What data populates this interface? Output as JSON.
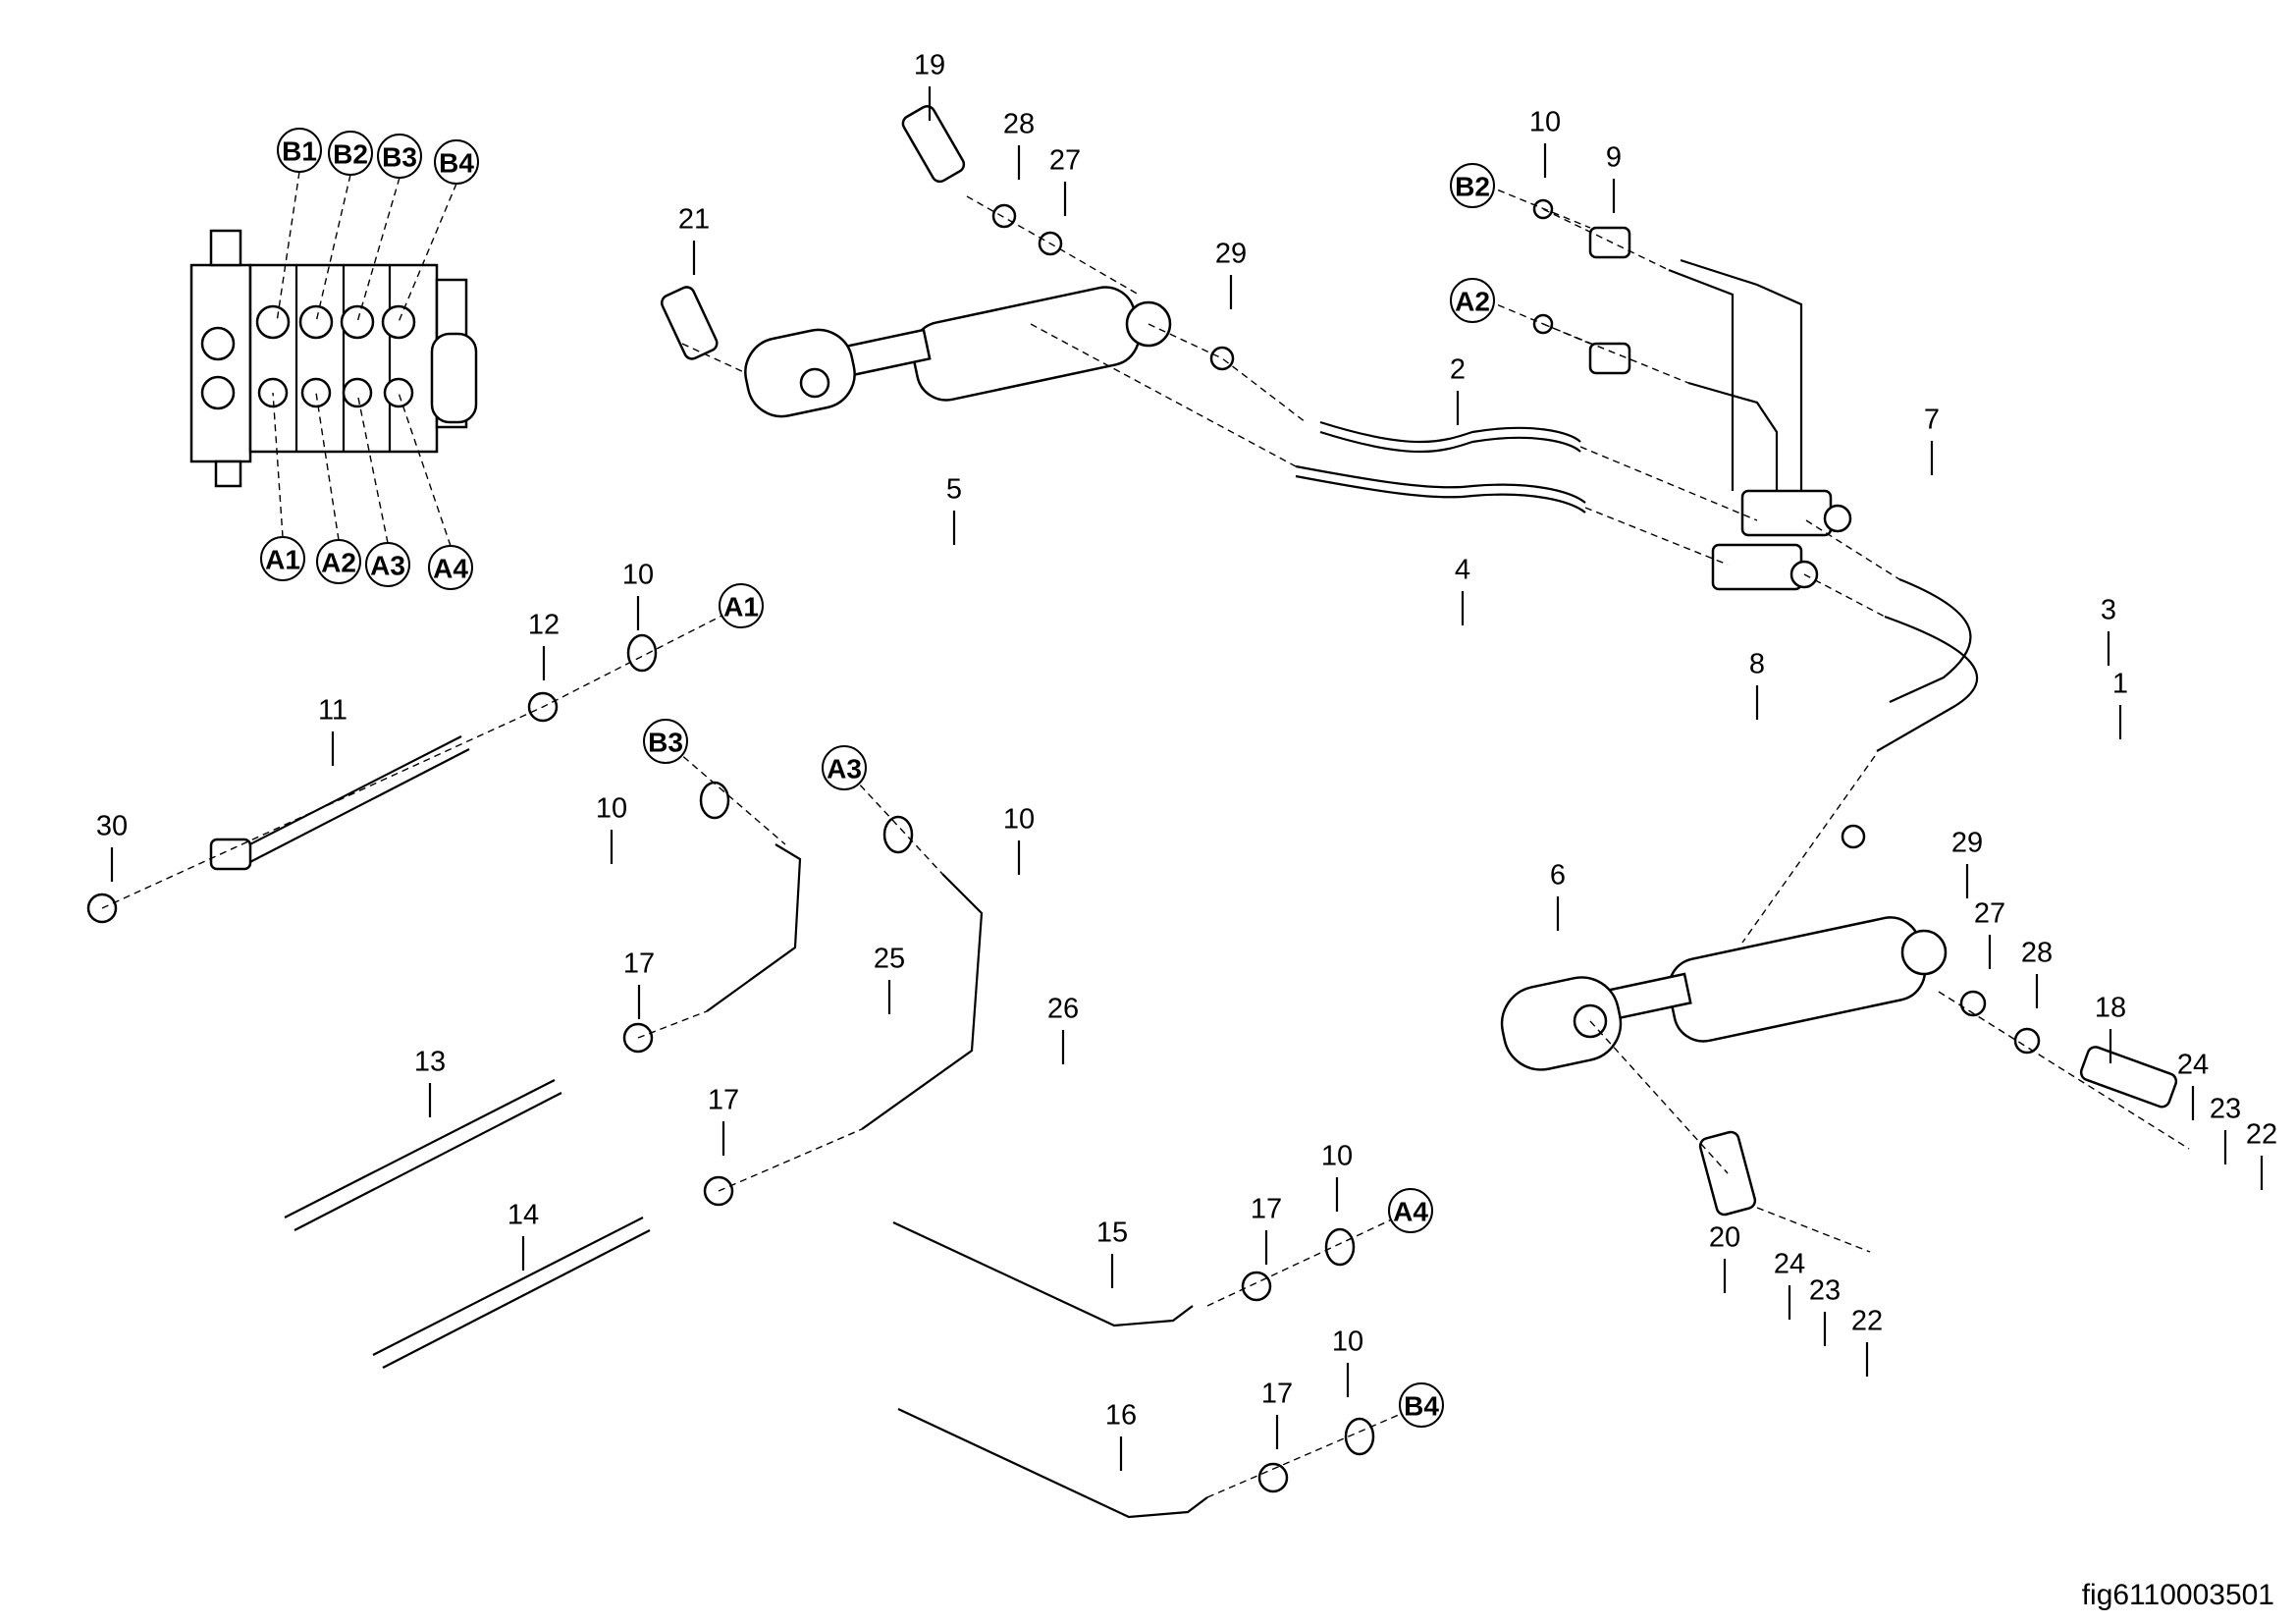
{
  "figure_id": "fig6110003501",
  "port_callouts": [
    "B1",
    "B2",
    "B3",
    "B4",
    "A1",
    "A2",
    "A3",
    "A4",
    "A1",
    "B3",
    "A3",
    "A4",
    "B4",
    "B2",
    "A2"
  ],
  "part_callouts": [
    "19",
    "28",
    "27",
    "21",
    "29",
    "5",
    "2",
    "4",
    "10",
    "9",
    "7",
    "8",
    "3",
    "1",
    "29",
    "6",
    "27",
    "28",
    "18",
    "24",
    "23",
    "22",
    "20",
    "24",
    "23",
    "22",
    "10",
    "12",
    "11",
    "30",
    "10",
    "25",
    "10",
    "26",
    "17",
    "13",
    "17",
    "14",
    "15",
    "17",
    "10",
    "16",
    "17",
    "10"
  ]
}
